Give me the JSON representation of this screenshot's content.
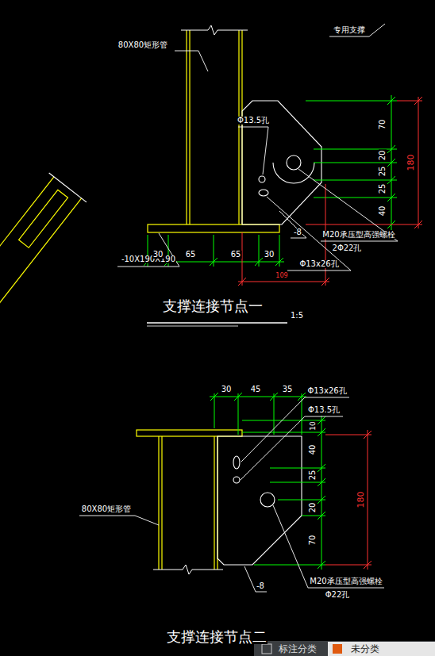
{
  "diagram": {
    "labels": [
      "80X80矩形管",
      "专用支撑",
      "Φ13.5孔",
      "70",
      "20",
      "25",
      "25",
      "40",
      "180",
      "-8",
      "M20承压型高强螺栓",
      "2Φ22孔",
      "-10X190X190",
      "30",
      "65",
      "65",
      "30",
      "Φ13x26孔",
      "109",
      "支撑连接节点一",
      "1:5",
      "30",
      "45",
      "35",
      "Φ13x26孔",
      "Φ13.5孔",
      "10",
      "40",
      "25",
      "20",
      "70",
      "180",
      "80X80矩形管",
      "M20承压型高强螺栓",
      "Φ22孔",
      "-8",
      "支撑连接节点二",
      "标注分类",
      "未分类"
    ]
  }
}
